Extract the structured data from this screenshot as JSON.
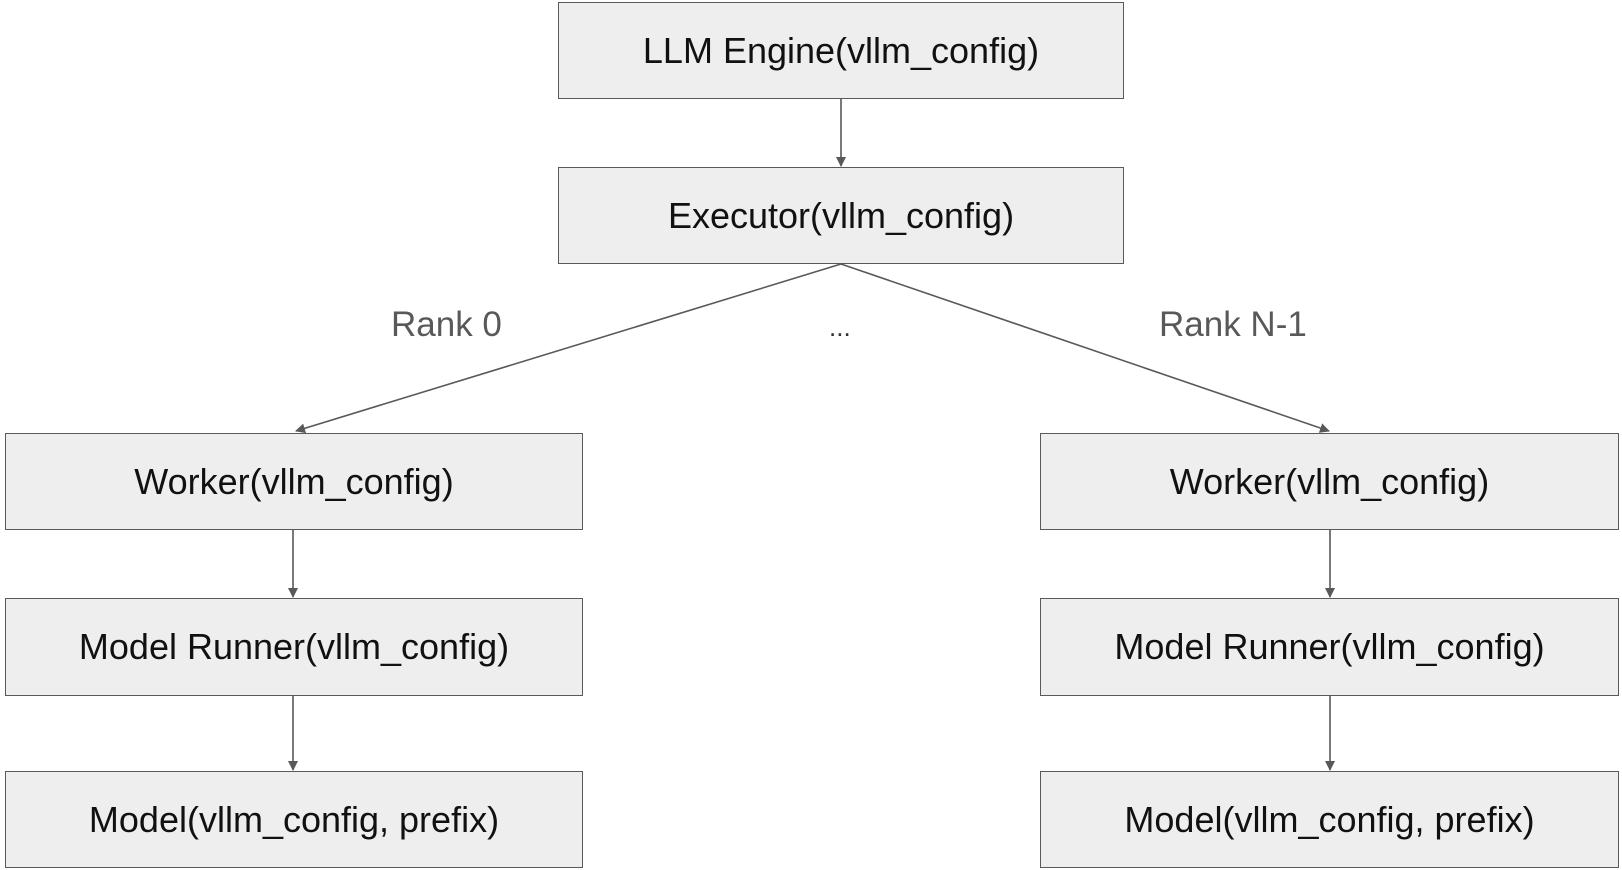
{
  "diagram": {
    "nodes": {
      "llm_engine": "LLM Engine(vllm_config)",
      "executor": "Executor(vllm_config)",
      "worker_left": "Worker(vllm_config)",
      "model_runner_left": "Model Runner(vllm_config)",
      "model_left": "Model(vllm_config, prefix)",
      "worker_right": "Worker(vllm_config)",
      "model_runner_right": "Model Runner(vllm_config)",
      "model_right": "Model(vllm_config, prefix)"
    },
    "edge_labels": {
      "rank_first": "Rank 0",
      "ellipsis": "...",
      "rank_last": "Rank N-1"
    },
    "edges": [
      [
        "llm_engine",
        "executor"
      ],
      [
        "executor",
        "worker_left"
      ],
      [
        "executor",
        "worker_right"
      ],
      [
        "worker_left",
        "model_runner_left"
      ],
      [
        "model_runner_left",
        "model_left"
      ],
      [
        "worker_right",
        "model_runner_right"
      ],
      [
        "model_runner_right",
        "model_right"
      ]
    ],
    "colors": {
      "box_fill": "#eeeeee",
      "box_border": "#595959",
      "arrow": "#595959",
      "label_text": "#595959",
      "node_text": "#111111"
    }
  }
}
